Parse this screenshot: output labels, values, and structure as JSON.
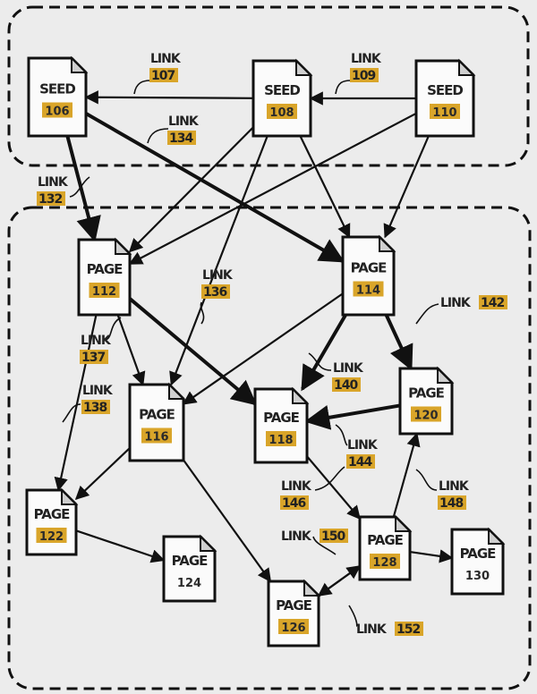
{
  "regions": [
    {
      "id": "seed-region"
    },
    {
      "id": "page-region"
    }
  ],
  "nodes": [
    {
      "id": "106",
      "type": "SEED",
      "num": "106"
    },
    {
      "id": "108",
      "type": "SEED",
      "num": "108"
    },
    {
      "id": "110",
      "type": "SEED",
      "num": "110"
    },
    {
      "id": "112",
      "type": "PAGE",
      "num": "112"
    },
    {
      "id": "114",
      "type": "PAGE",
      "num": "114"
    },
    {
      "id": "116",
      "type": "PAGE",
      "num": "116"
    },
    {
      "id": "118",
      "type": "PAGE",
      "num": "118"
    },
    {
      "id": "120",
      "type": "PAGE",
      "num": "120"
    },
    {
      "id": "122",
      "type": "PAGE",
      "num": "122"
    },
    {
      "id": "124",
      "type": "PAGE",
      "num": "124"
    },
    {
      "id": "126",
      "type": "PAGE",
      "num": "126"
    },
    {
      "id": "128",
      "type": "PAGE",
      "num": "128"
    },
    {
      "id": "130",
      "type": "PAGE",
      "num": "130"
    }
  ],
  "edges": [
    {
      "from": "108",
      "to": "106",
      "thick": false
    },
    {
      "from": "110",
      "to": "108",
      "thick": false
    },
    {
      "from": "106",
      "to": "112",
      "thick": true
    },
    {
      "from": "106",
      "to": "114",
      "thick": true
    },
    {
      "from": "108",
      "to": "112",
      "thick": false
    },
    {
      "from": "108",
      "to": "116",
      "thick": false
    },
    {
      "from": "108",
      "to": "114",
      "thick": false
    },
    {
      "from": "110",
      "to": "112",
      "thick": false
    },
    {
      "from": "110",
      "to": "114",
      "thick": false
    },
    {
      "from": "112",
      "to": "116",
      "thick": false
    },
    {
      "from": "112",
      "to": "118",
      "thick": true
    },
    {
      "from": "112",
      "to": "122",
      "thick": false
    },
    {
      "from": "114",
      "to": "116",
      "thick": false
    },
    {
      "from": "114",
      "to": "118",
      "thick": true
    },
    {
      "from": "114",
      "to": "120",
      "thick": true
    },
    {
      "from": "120",
      "to": "118",
      "thick": true
    },
    {
      "from": "116",
      "to": "122",
      "thick": false
    },
    {
      "from": "116",
      "to": "126",
      "thick": false
    },
    {
      "from": "118",
      "to": "128",
      "thick": false
    },
    {
      "from": "128",
      "to": "120",
      "thick": false
    },
    {
      "from": "122",
      "to": "124",
      "thick": false
    },
    {
      "from": "128",
      "to": "126",
      "thick": false
    },
    {
      "from": "126",
      "to": "128",
      "thick": false
    },
    {
      "from": "128",
      "to": "130",
      "thick": false
    }
  ],
  "links": [
    {
      "word": "LINK",
      "num": "107"
    },
    {
      "word": "LINK",
      "num": "109"
    },
    {
      "word": "LINK",
      "num": "134"
    },
    {
      "word": "LINK",
      "num": "132"
    },
    {
      "word": "LINK",
      "num": "136"
    },
    {
      "word": "LINK",
      "num": "137"
    },
    {
      "word": "LINK",
      "num": "138"
    },
    {
      "word": "LINK",
      "num": "140"
    },
    {
      "word": "LINK",
      "num": "142"
    },
    {
      "word": "LINK",
      "num": "144"
    },
    {
      "word": "LINK",
      "num": "146"
    },
    {
      "word": "LINK",
      "num": "148"
    },
    {
      "word": "LINK",
      "num": "150"
    },
    {
      "word": "LINK",
      "num": "152"
    }
  ]
}
